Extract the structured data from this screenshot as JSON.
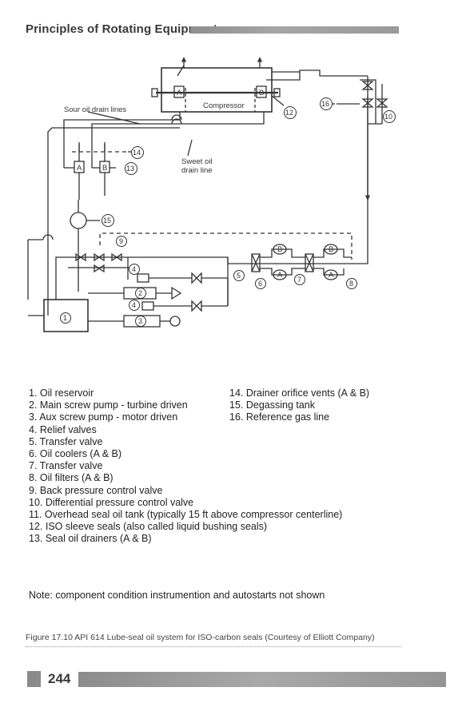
{
  "header": {
    "title": "Principles of Rotating Equipment"
  },
  "diagram": {
    "compressor_label": "Compressor",
    "sour_oil_label": "Sour oil drain lines",
    "sweet_oil_label_1": "Sweet oil",
    "sweet_oil_label_2": "drain line",
    "seal_a": "A",
    "seal_b": "B",
    "callouts": [
      "1",
      "2",
      "3",
      "4",
      "4",
      "5",
      "6",
      "7",
      "8",
      "9",
      "10",
      "12",
      "13",
      "14",
      "15",
      "16"
    ]
  },
  "legend_left": [
    "1. Oil reservoir",
    "2. Main screw pump - turbine driven",
    "3. Aux screw pump - motor driven",
    "4. Relief valves",
    "5. Transfer valve",
    "6. Oil coolers (A & B)",
    "7. Transfer valve",
    "8. Oil filters (A & B)",
    "9. Back pressure control valve",
    "10. Differential pressure control valve",
    "11. Overhead seal oil tank (typically 15 ft above compressor centerline)",
    "12. ISO sleeve seals (also called liquid bushing seals)",
    "13. Seal oil drainers (A & B)"
  ],
  "legend_right": [
    "14. Drainer orifice vents (A & B)",
    "15. Degassing tank",
    "16. Reference gas line"
  ],
  "note": "Note: component condition instrumention and autostarts not shown",
  "caption": "Figure 17.10 API 614 Lube-seal oil system for ISO-carbon seals (Courtesy of Elliott Company)",
  "footer": {
    "page_number": "244"
  }
}
